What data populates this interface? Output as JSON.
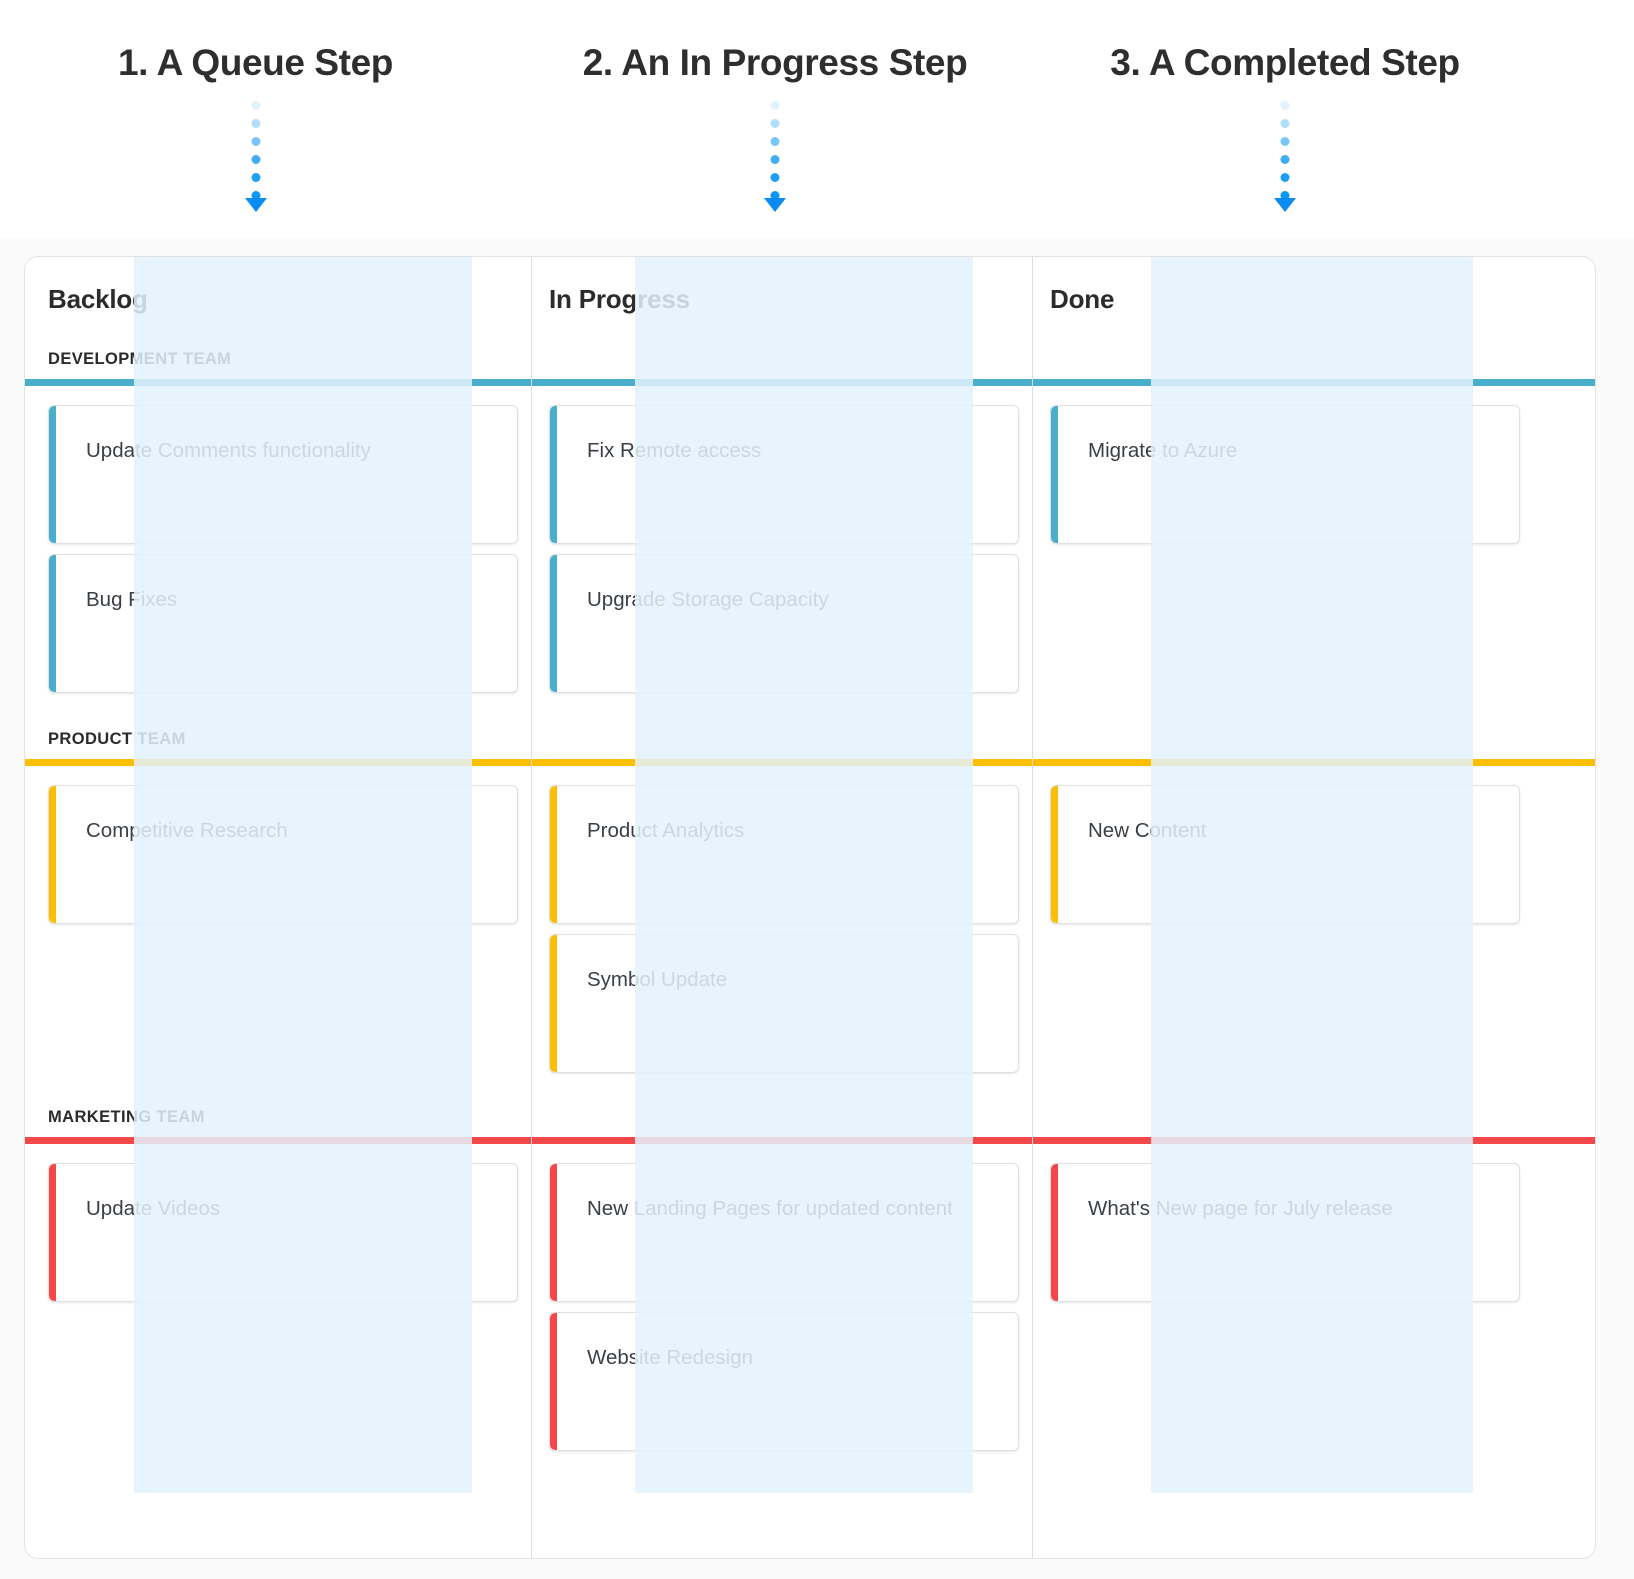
{
  "steps": [
    {
      "label": "1. A Queue Step",
      "arrow": "down-arrow-icon"
    },
    {
      "label": "2. An In Progress Step",
      "arrow": "down-arrow-icon"
    },
    {
      "label": "3. A Completed Step",
      "arrow": "down-arrow-icon"
    }
  ],
  "board": {
    "columns": [
      {
        "title": "Backlog"
      },
      {
        "title": "In Progress"
      },
      {
        "title": "Done"
      }
    ],
    "swimlanes": [
      {
        "label": "DEVELOPMENT TEAM",
        "color": "#48aecb",
        "cards": {
          "backlog": [
            "Update Comments functionality",
            "Bug Fixes"
          ],
          "in_progress": [
            "Fix Remote access",
            "Upgrade Storage Capacity"
          ],
          "done": [
            "Migrate to Azure"
          ]
        }
      },
      {
        "label": "PRODUCT TEAM",
        "color": "#fbbe00",
        "cards": {
          "backlog": [
            "Competitive Research"
          ],
          "in_progress": [
            "Product Analytics",
            "Symbol Update"
          ],
          "done": [
            "New Content"
          ]
        }
      },
      {
        "label": "MARKETING TEAM",
        "color": "#f4474a",
        "cards": {
          "backlog": [
            "Update Videos"
          ],
          "in_progress": [
            "New Landing Pages for updated content",
            "Website Redesign"
          ],
          "done": [
            "What's New page for July release"
          ]
        }
      }
    ]
  },
  "colors": {
    "accent_blue": "#0a8bf2",
    "highlight_band": "#e4f2fd",
    "development": "#48aecb",
    "product": "#fbbe00",
    "marketing": "#f4474a",
    "board_background": "#ffffff",
    "page_background": "#fafafa"
  }
}
